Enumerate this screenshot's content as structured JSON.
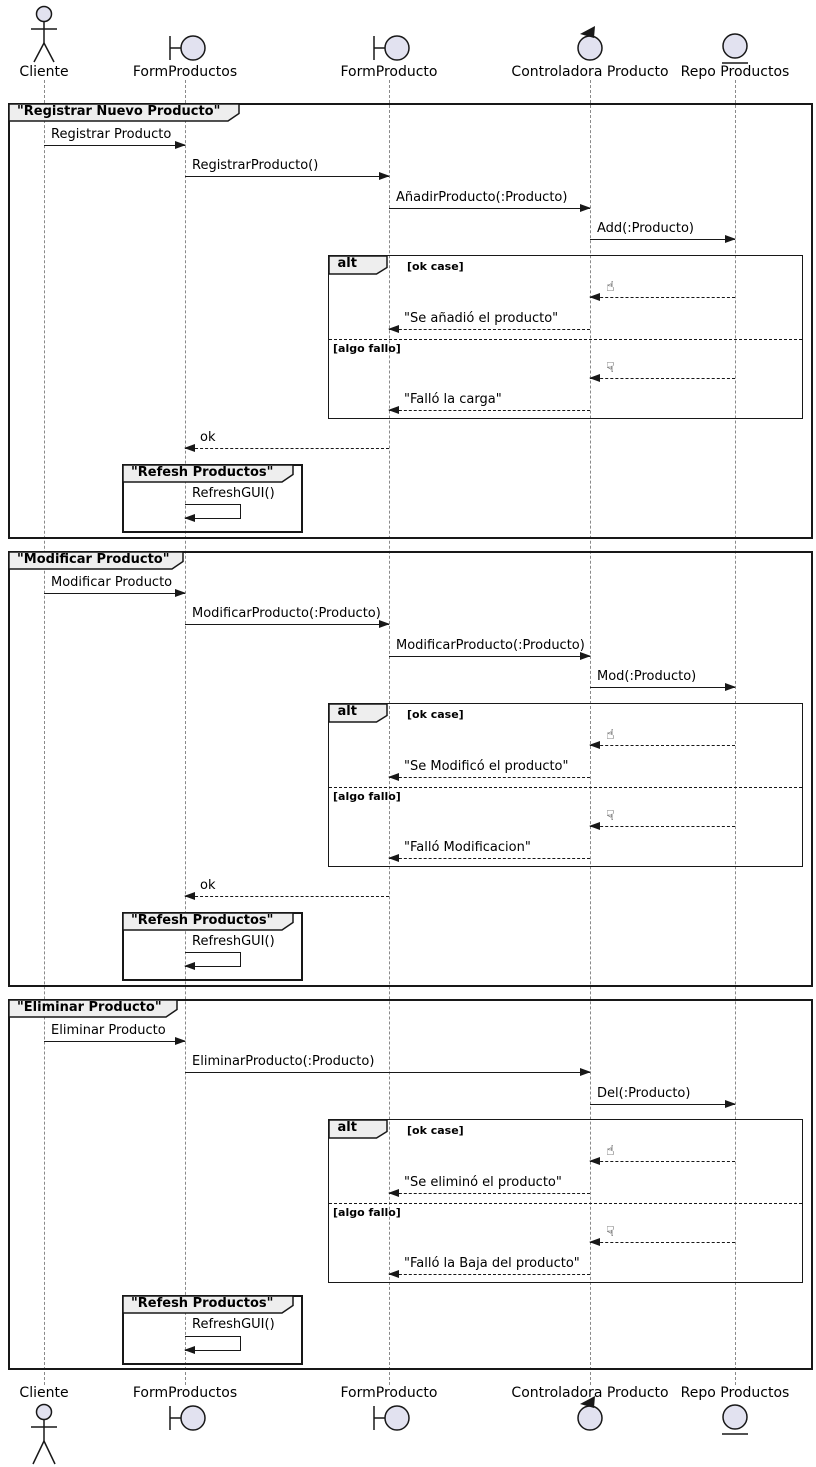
{
  "diagram": {
    "participants": [
      {
        "name": "Cliente",
        "type": "actor"
      },
      {
        "name": "FormProductos",
        "type": "boundary"
      },
      {
        "name": "FormProducto",
        "type": "boundary"
      },
      {
        "name": "Controladora Producto",
        "type": "control"
      },
      {
        "name": "Repo Productos",
        "type": "entity"
      }
    ],
    "icons": {
      "thumbs_up": "☝",
      "thumbs_down": "☟"
    },
    "colors": {
      "shape_fill": "#E2E2F0",
      "stroke": "#181818",
      "tab_fill": "#EEEEEE",
      "lifeline": "#8a8a8a"
    },
    "frames": [
      {
        "title": "\"Registrar Nuevo Producto\"",
        "messages": {
          "m1": "Registrar Producto",
          "m2": "RegistrarProducto()",
          "m3": "AñadirProducto(:Producto)",
          "m4": "Add(:Producto)",
          "ok": "ok"
        },
        "alt": {
          "operator": "alt",
          "guard_ok": "[ok case]",
          "ok_reply": "\"Se añadió el producto\"",
          "guard_fail": "[algo fallo]",
          "fail_reply": "\"Falló la carga\""
        },
        "refresh": {
          "title": "\"Refesh Productos\"",
          "message": "RefreshGUI()"
        }
      },
      {
        "title": "\"Modificar Producto\"",
        "messages": {
          "m1": "Modificar Producto",
          "m2": "ModificarProducto(:Producto)",
          "m3": "ModificarProducto(:Producto)",
          "m4": "Mod(:Producto)",
          "ok": "ok"
        },
        "alt": {
          "operator": "alt",
          "guard_ok": "[ok case]",
          "ok_reply": "\"Se Modificó el producto\"",
          "guard_fail": "[algo fallo]",
          "fail_reply": "\"Falló Modificacion\""
        },
        "refresh": {
          "title": "\"Refesh Productos\"",
          "message": "RefreshGUI()"
        }
      },
      {
        "title": "\"Eliminar Producto\"",
        "messages": {
          "m1": "Eliminar Producto",
          "m2": "EliminarProducto(:Producto)",
          "m3": "Del(:Producto)"
        },
        "alt": {
          "operator": "alt",
          "guard_ok": "[ok case]",
          "ok_reply": "\"Se eliminó el producto\"",
          "guard_fail": "[algo fallo]",
          "fail_reply": "\"Falló la Baja del producto\""
        },
        "refresh": {
          "title": "\"Refesh Productos\"",
          "message": "RefreshGUI()"
        }
      }
    ]
  }
}
